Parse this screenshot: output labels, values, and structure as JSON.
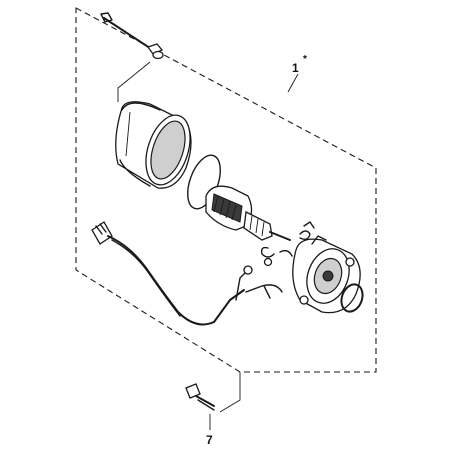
{
  "diagram": {
    "callouts": [
      {
        "id": "assembly",
        "number": "1",
        "marker": "*"
      },
      {
        "id": "bolt",
        "number": "7"
      }
    ]
  }
}
